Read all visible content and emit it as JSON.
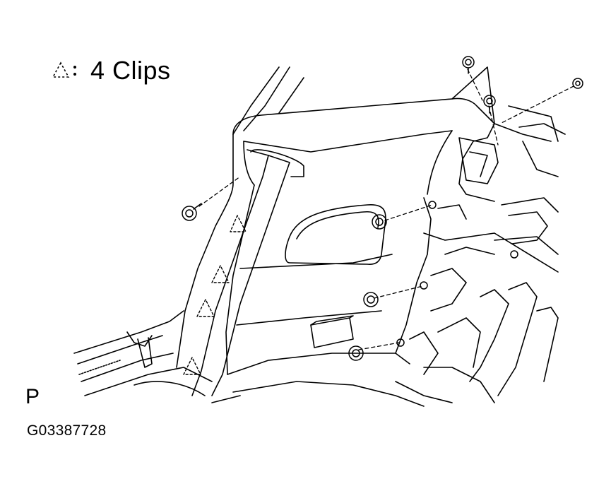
{
  "legend": {
    "icon": "dashed-triangle-clip-symbol",
    "text": "4 Clips"
  },
  "view_mark": "P",
  "figure_code": "G03387728"
}
